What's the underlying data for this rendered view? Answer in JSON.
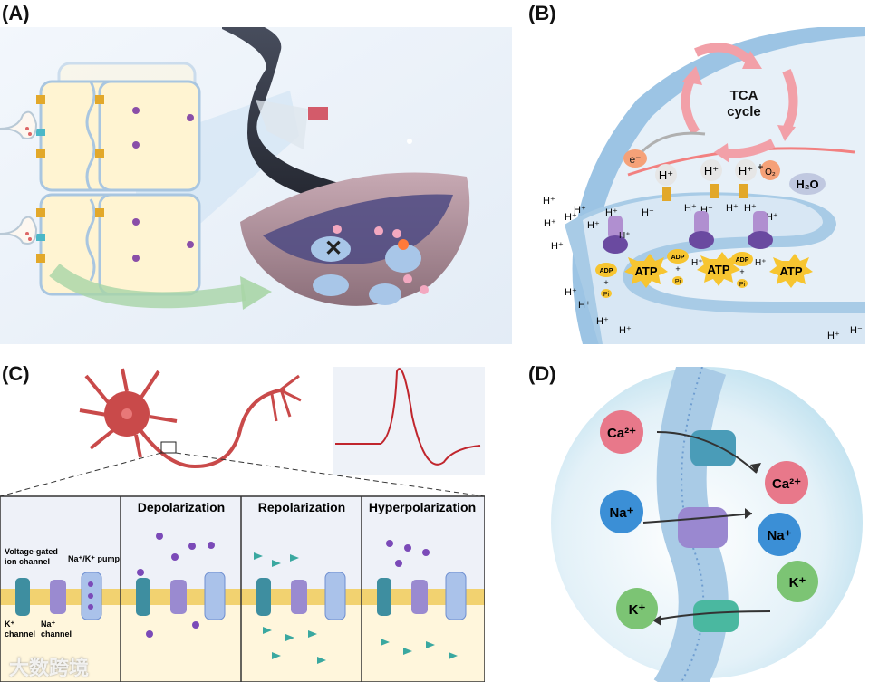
{
  "panels": {
    "a": {
      "label": "(A)"
    },
    "b": {
      "label": "(B)",
      "tca_line1": "TCA",
      "tca_line2": "cycle",
      "electron": "e⁻",
      "hplus": "H⁺",
      "hminus": "H⁻",
      "o2": "O₂",
      "h2o": "H₂O",
      "atp": "ATP",
      "adp": "ADP",
      "plus": "+",
      "pi": "Pi"
    },
    "c": {
      "label": "(C)",
      "stages": [
        "Depolarization",
        "Repolarization",
        "Hyperpolarization"
      ],
      "voltage_gated": "Voltage-gated",
      "ion_channel": "ion channel",
      "pump": "Na⁺/K⁺ pump",
      "k_channel_1": "K⁺",
      "k_channel_2": "channel",
      "na_channel_1": "Na⁺",
      "na_channel_2": "channel"
    },
    "d": {
      "label": "(D)",
      "ions": {
        "ca": "Ca²⁺",
        "na": "Na⁺",
        "k": "K⁺"
      }
    }
  },
  "watermark": "大数跨境",
  "colors": {
    "membrane_blue": "#a9cbe6",
    "tca_arrow": "#f0a0a8",
    "atp_star": "#f7c530",
    "neuron": "#c94a4a",
    "action_potential": "#c0262d",
    "ca_ion": "#e8788a",
    "na_ion": "#3b8fd6",
    "k_ion": "#7cc474"
  }
}
